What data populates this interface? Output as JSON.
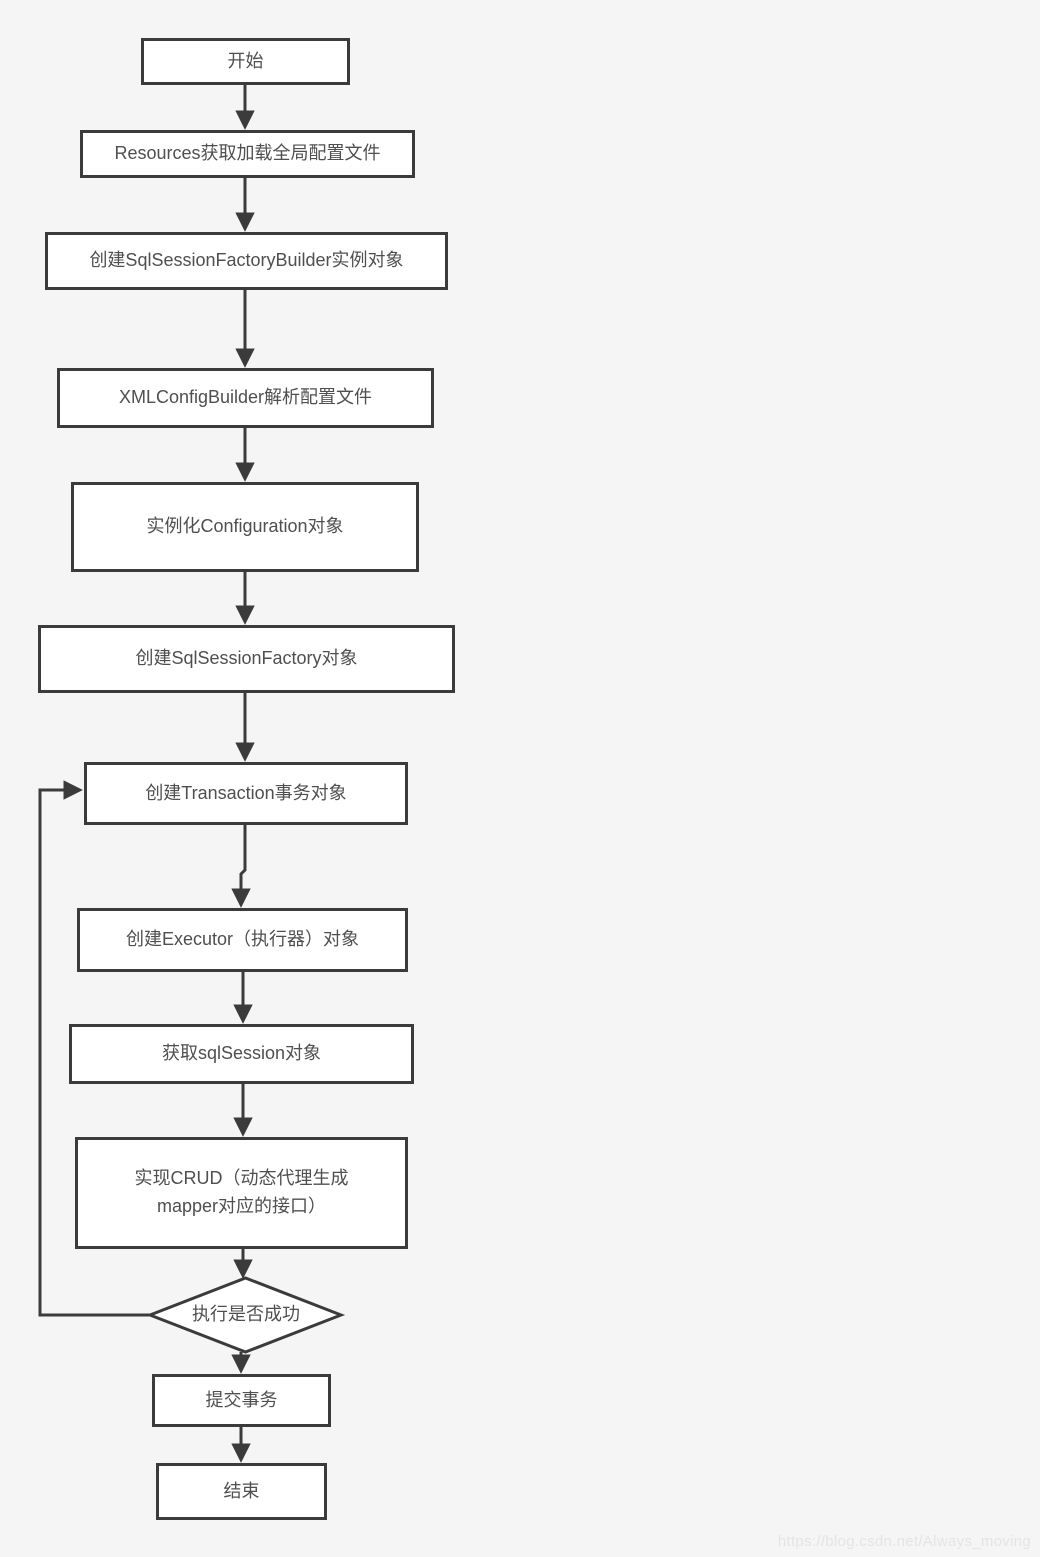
{
  "flowchart": {
    "nodes": {
      "start": {
        "label": "开始"
      },
      "load_config": {
        "label": "Resources获取加载全局配置文件"
      },
      "create_builder": {
        "label": "创建SqlSessionFactoryBuilder实例对象"
      },
      "parse_config": {
        "label": "XMLConfigBuilder解析配置文件"
      },
      "instantiate_configuration": {
        "label": "实例化Configuration对象"
      },
      "create_factory": {
        "label": "创建SqlSessionFactory对象"
      },
      "create_transaction": {
        "label": "创建Transaction事务对象"
      },
      "create_executor": {
        "label": "创建Executor（执行器）对象"
      },
      "get_sqlsession": {
        "label": "获取sqlSession对象"
      },
      "crud": {
        "lines": [
          "实现CRUD（动态代理生成",
          "mapper对应的接口）"
        ]
      },
      "decision": {
        "label": "执行是否成功"
      },
      "commit": {
        "label": "提交事务"
      },
      "end": {
        "label": "结束"
      }
    },
    "watermark": "https://blog.csdn.net/Always_moving",
    "colors": {
      "background": "#f5f5f5",
      "node_fill": "#ffffff",
      "line": "#3b3b3b",
      "text": "#4f4f4f",
      "watermark": "#e4e4e6"
    }
  }
}
